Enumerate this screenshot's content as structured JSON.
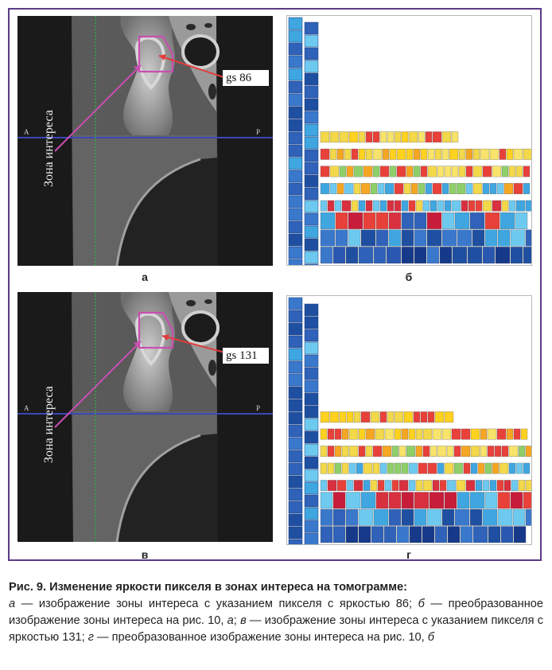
{
  "figure": {
    "panels": [
      {
        "id": "a",
        "label": "а",
        "annotation_roi": "Зона интереса",
        "annotation_gs": "gs 86",
        "marker_left": "A",
        "marker_right": "P"
      },
      {
        "id": "b",
        "label": "б"
      },
      {
        "id": "v",
        "label": "в",
        "annotation_roi": "Зона интереса",
        "annotation_gs": "gs 131",
        "marker_left": "A",
        "marker_right": "P"
      },
      {
        "id": "g",
        "label": "г"
      }
    ],
    "colors": {
      "frame": "#5b3b86",
      "roi_box": "#c84fb0",
      "arrow_red": "#e23b3b",
      "arrow_pink": "#c84fb0",
      "crosshair_h": "#3b46b8",
      "crosshair_v": "#2fa84a"
    }
  },
  "caption": {
    "title": "Рис. 9. Изменение яркости пикселя в зонах интереса на томограмме:",
    "parts": [
      {
        "t": "а",
        "i": true
      },
      {
        "t": " — изображение зоны интереса с указанием пикселя с яркостью 86; ",
        "i": false
      },
      {
        "t": "б",
        "i": true
      },
      {
        "t": " — преобразованное изображение зоны интереса на рис. 10, ",
        "i": false
      },
      {
        "t": "а",
        "i": true
      },
      {
        "t": "; ",
        "i": false
      },
      {
        "t": "в",
        "i": true
      },
      {
        "t": " — изображение зоны интереса с указанием пикселя с яркостью 131; ",
        "i": false
      },
      {
        "t": "г",
        "i": true
      },
      {
        "t": " — преобразованное изображение зоны интереса на рис. 10, ",
        "i": false
      },
      {
        "t": "б",
        "i": true
      }
    ]
  }
}
